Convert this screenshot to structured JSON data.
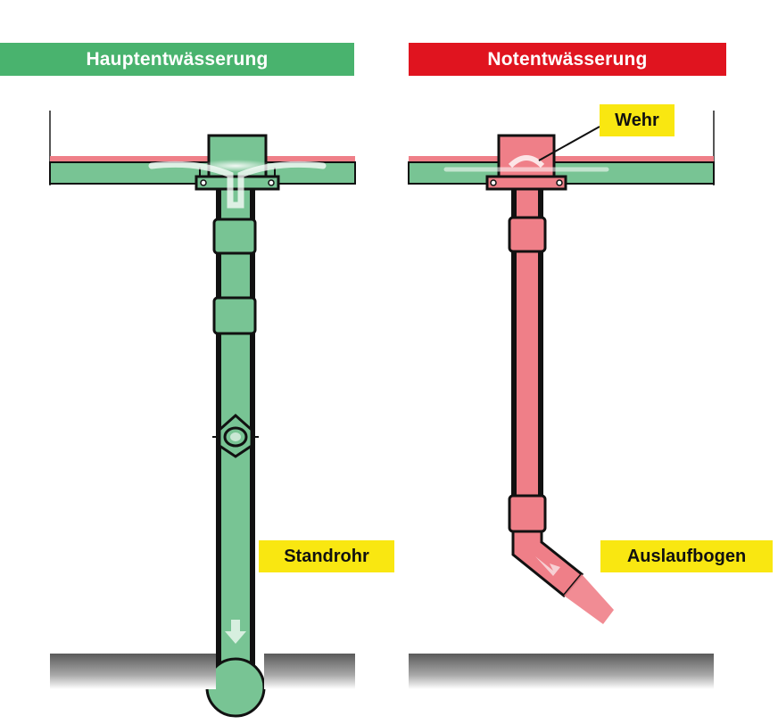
{
  "headers": {
    "left": "Hauptentwässerung",
    "right": "Notentwässerung"
  },
  "labels": {
    "wehr": "Wehr",
    "standrohr": "Standrohr",
    "auslaufbogen": "Auslaufbogen"
  },
  "colors": {
    "green": "#49b36e",
    "pipe_green": "#78c494",
    "red": "#e0141f",
    "pipe_red": "#ef7f88",
    "label_yellow": "#f9e711",
    "outline": "#111111",
    "ground": "#8a8a8a"
  }
}
